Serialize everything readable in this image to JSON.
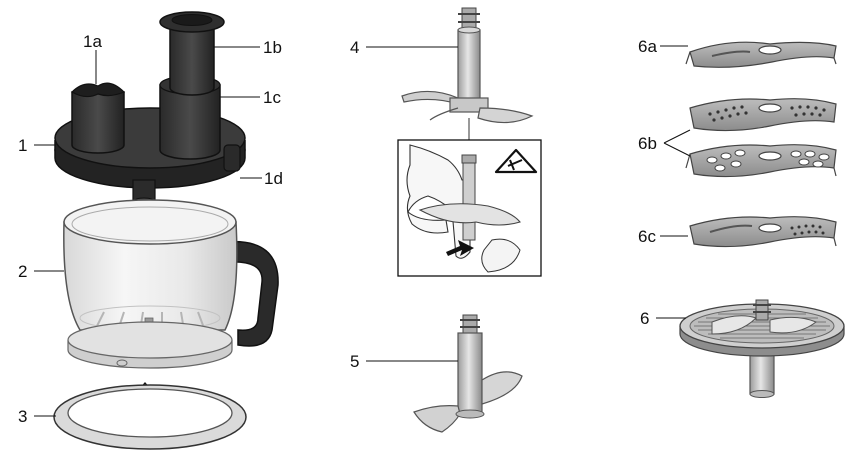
{
  "labels": {
    "l1": "1",
    "l1a": "1a",
    "l1b": "1b",
    "l1c": "1c",
    "l1d": "1d",
    "l2": "2",
    "l3": "3",
    "l4": "4",
    "l5": "5",
    "l6": "6",
    "l6a": "6a",
    "l6b": "6b",
    "l6c": "6c"
  },
  "colors": {
    "dark_part": "#3a3a3a",
    "darker_part": "#262626",
    "metal_light": "#d6d6d6",
    "metal_mid": "#a9a9a9",
    "glass": "#efefef",
    "leader_line": "#111111"
  }
}
